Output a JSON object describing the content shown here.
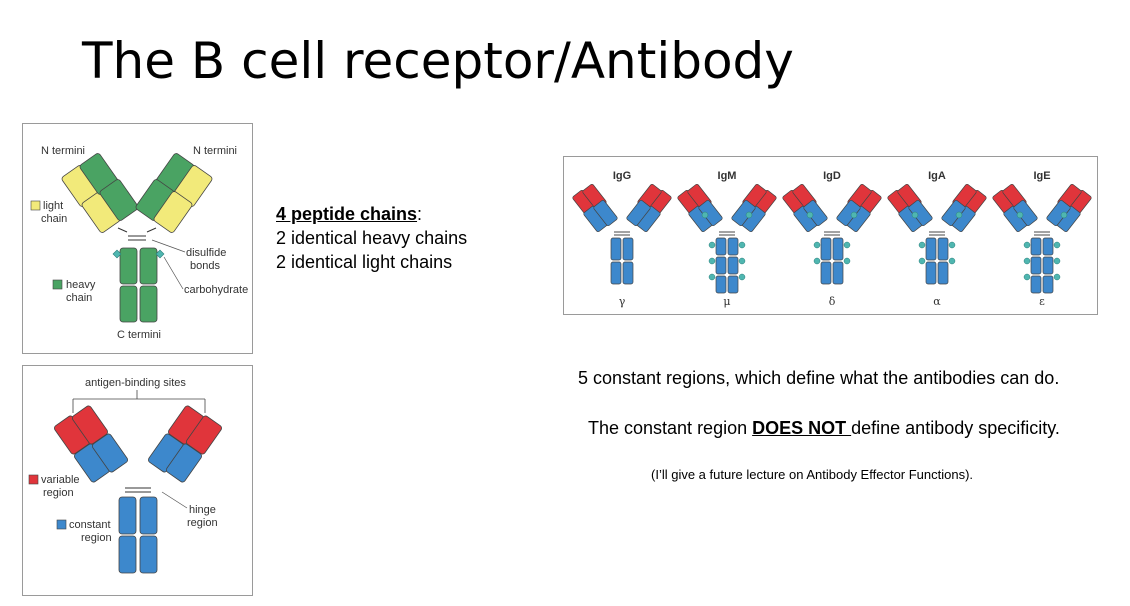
{
  "title": "The B cell receptor/Antibody",
  "colors": {
    "heavy_chain": "#4aa363",
    "light_chain": "#f2ea7a",
    "variable_region": "#e0353b",
    "constant_region": "#3d88cc",
    "carbohydrate": "#4fb6b0",
    "frame": "#9a9a9a"
  },
  "figure_chains": {
    "n_termini_left": "N termini",
    "n_termini_right": "N termini",
    "light_chain_1": "light",
    "light_chain_2": "chain",
    "heavy_chain_1": "heavy",
    "heavy_chain_2": "chain",
    "disulfide_1": "disulfide",
    "disulfide_2": "bonds",
    "carbohydrate": "carbohydrate",
    "c_termini": "C termini"
  },
  "figure_regions": {
    "antigen_binding_sites": "antigen-binding sites",
    "variable_1": "variable",
    "variable_2": "region",
    "constant_1": "constant",
    "constant_2": "region",
    "hinge_1": "hinge",
    "hinge_2": "region"
  },
  "peptide_chains": {
    "heading": "4 peptide chains",
    "colon": ":",
    "line1": "2 identical heavy chains",
    "line2": "2 identical light chains"
  },
  "isotypes": [
    {
      "name": "IgG",
      "symbol": "γ"
    },
    {
      "name": "IgM",
      "symbol": "μ"
    },
    {
      "name": "IgD",
      "symbol": "δ"
    },
    {
      "name": "IgA",
      "symbol": "α"
    },
    {
      "name": "IgE",
      "symbol": "ε"
    }
  ],
  "constant_regions_text": "5 constant regions, which define what the antibodies can do.",
  "specificity": {
    "before": "The constant region ",
    "emphasis": "DOES NOT ",
    "after": "define antibody specificity."
  },
  "lecture_note": "(I’ll give a future lecture on Antibody Effector Functions)."
}
